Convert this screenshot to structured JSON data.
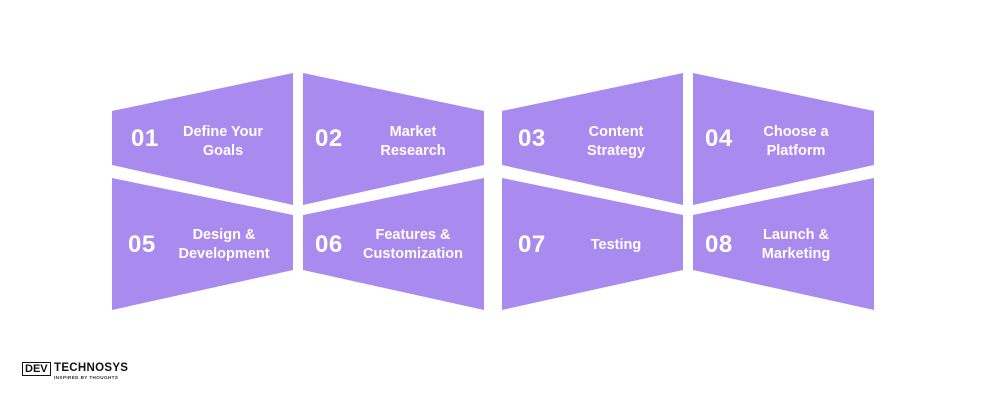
{
  "colors": {
    "tile": "#A98AEE",
    "text": "#FFFFFF",
    "background": "#FFFFFF"
  },
  "steps": [
    {
      "number": "01",
      "label_line1": "Define Your",
      "label_line2": "Goals"
    },
    {
      "number": "02",
      "label_line1": "Market",
      "label_line2": "Research"
    },
    {
      "number": "03",
      "label_line1": "Content",
      "label_line2": "Strategy"
    },
    {
      "number": "04",
      "label_line1": "Choose a",
      "label_line2": "Platform"
    },
    {
      "number": "05",
      "label_line1": "Design &",
      "label_line2": "Development"
    },
    {
      "number": "06",
      "label_line1": "Features &",
      "label_line2": "Customization"
    },
    {
      "number": "07",
      "label_line1": "Testing",
      "label_line2": ""
    },
    {
      "number": "08",
      "label_line1": "Launch &",
      "label_line2": "Marketing"
    }
  ],
  "logo": {
    "mark": "DEV",
    "name": "TECHNOSYS",
    "tagline": "INSPIRED BY THOUGHTS"
  }
}
